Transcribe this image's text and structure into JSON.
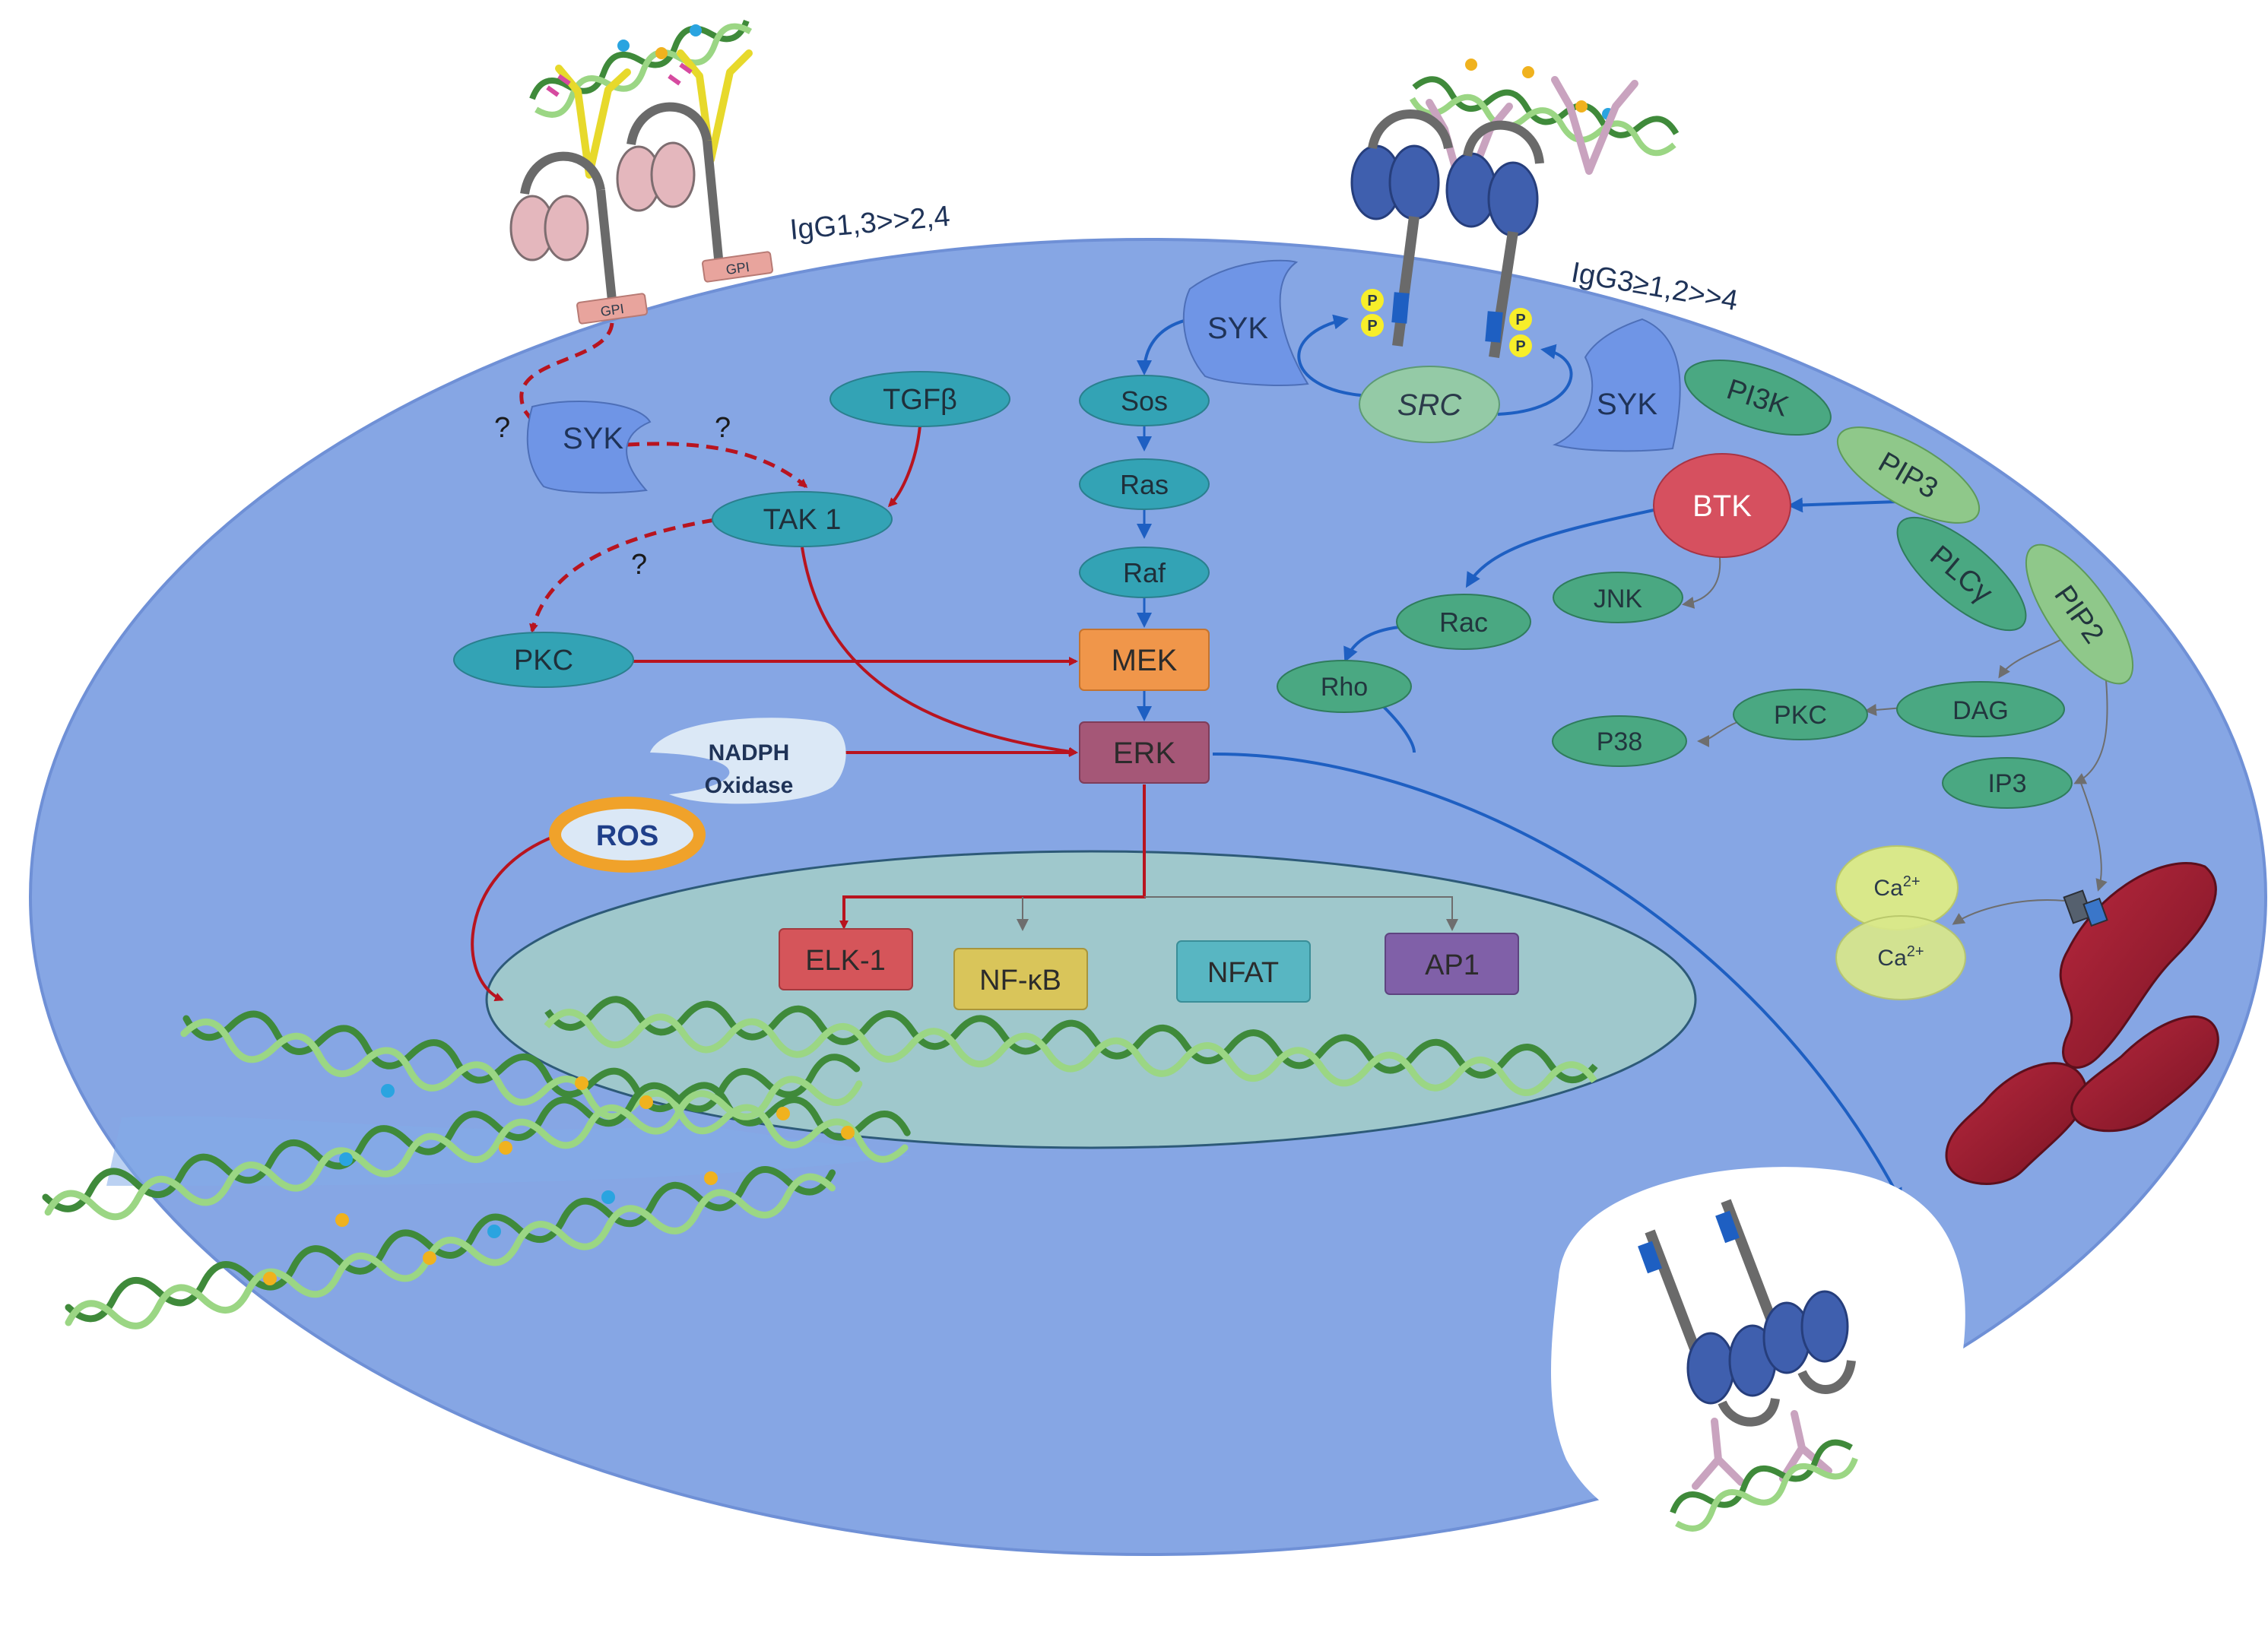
{
  "receptors": {
    "left_subclass_label": "IgG1,3>>2,4",
    "right_subclass_label": "IgG3≥1,2>>4",
    "gpi_label": "GPI",
    "phospho_label": "P"
  },
  "nodes": {
    "syk_left": "SYK",
    "tgfb": "TGFβ",
    "tak1": "TAK 1",
    "pkc_left": "PKC",
    "sos": "Sos",
    "ras": "Ras",
    "raf": "Raf",
    "mek": "MEK",
    "erk": "ERK",
    "nadph_line1": "NADPH",
    "nadph_line2": "Oxidase",
    "ros": "ROS",
    "syk_top": "SYK",
    "src": "SRC",
    "syk_right": "SYK",
    "pi3k": "PI3K",
    "pip3": "PIP3",
    "btk": "BTK",
    "plcg": "PLCγ",
    "pip2": "PIP2",
    "rac": "Rac",
    "jnk": "JNK",
    "rho": "Rho",
    "dag": "DAG",
    "pkc_right": "PKC",
    "p38": "P38",
    "ip3": "IP3",
    "ca1": "Ca",
    "ca2": "Ca",
    "ca_sup": "2+"
  },
  "transcription_factors": {
    "elk1": "ELK-1",
    "nfkb": "NF-κB",
    "nfat": "NFAT",
    "ap1": "AP1"
  },
  "question_mark": "?",
  "colors": {
    "cell": "#86a6e4",
    "nucleus": "#9fc8cc",
    "teal_node": "#33a3b5",
    "green_node": "#4aa882",
    "mek": "#f0964a",
    "erk": "#a55777",
    "btk": "#d6505f",
    "red_arrow": "#b8141f",
    "blue_arrow": "#1e5fc2",
    "gray_arrow": "#6e6e6e",
    "elk1": "#d5555a",
    "nfkb": "#d9c55a",
    "nfat": "#58b6c2",
    "ap1": "#8060a8",
    "ros_ring": "#f0a22a"
  }
}
